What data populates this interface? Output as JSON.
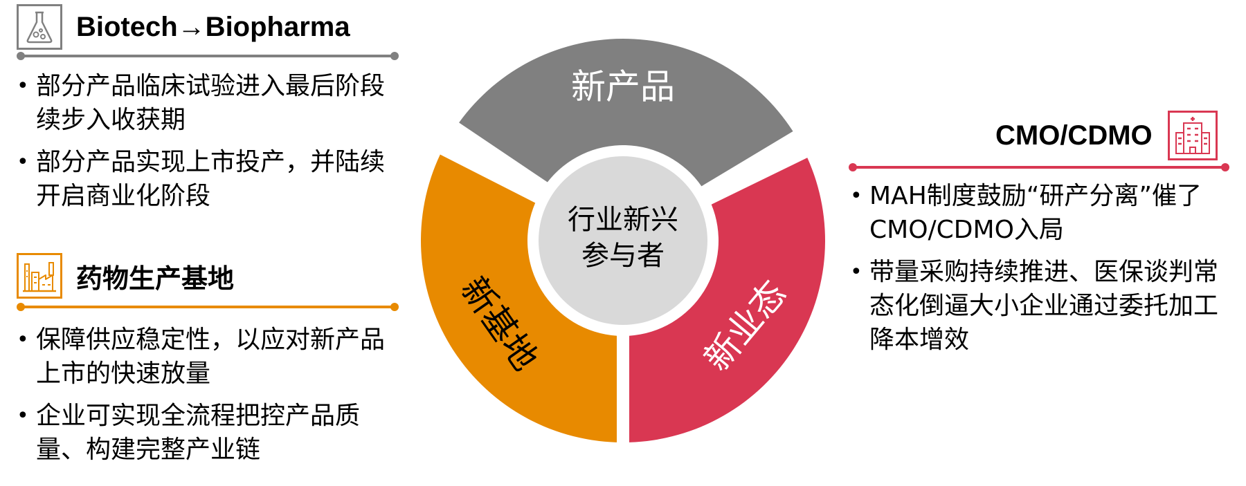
{
  "left_top": {
    "title": "Biotech→Biopharma",
    "icon": "flask-icon",
    "color": "#808080",
    "bullets": [
      "部分产品临床试验进入最后阶段续步入收获期",
      "部分产品实现上市投产，并陆续开启商业化阶段"
    ]
  },
  "left_bottom": {
    "title": "药物生产基地",
    "icon": "factory-icon",
    "color": "#E88A00",
    "bullets": [
      "保障供应稳定性，以应对新产品上市的快速放量",
      "企业可实现全流程把控产品质量、构建完整产业链"
    ]
  },
  "right": {
    "title": "CMO/CDMO",
    "icon": "hospital-icon",
    "color": "#D93752",
    "bullets": [
      "MAH制度鼓励“研产分离”催了CMO/CDMO入局",
      "带量采购持续推进、医保谈判常态化倒逼大小企业通过委托加工降本增效"
    ]
  },
  "ring": {
    "center": "行业新兴参与者",
    "segments": [
      {
        "label": "新产品",
        "color": "#808080"
      },
      {
        "label": "新业态",
        "color": "#D93752"
      },
      {
        "label": "新基地",
        "color": "#E88A00"
      }
    ],
    "center_color": "#D9D9D9"
  }
}
